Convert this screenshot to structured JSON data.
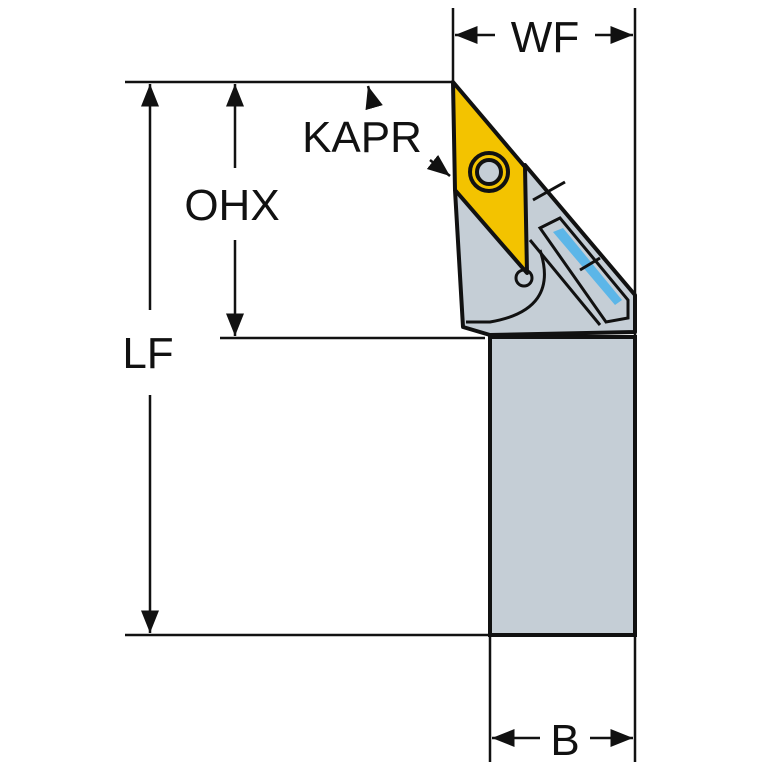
{
  "labels": {
    "wf": "WF",
    "kapr": "KAPR",
    "ohx": "OHX",
    "lf": "LF",
    "b": "B"
  },
  "colors": {
    "insert": "#f3c300",
    "body": "#c5ced6",
    "coolant": "#5cb6e8",
    "line": "#111111"
  }
}
